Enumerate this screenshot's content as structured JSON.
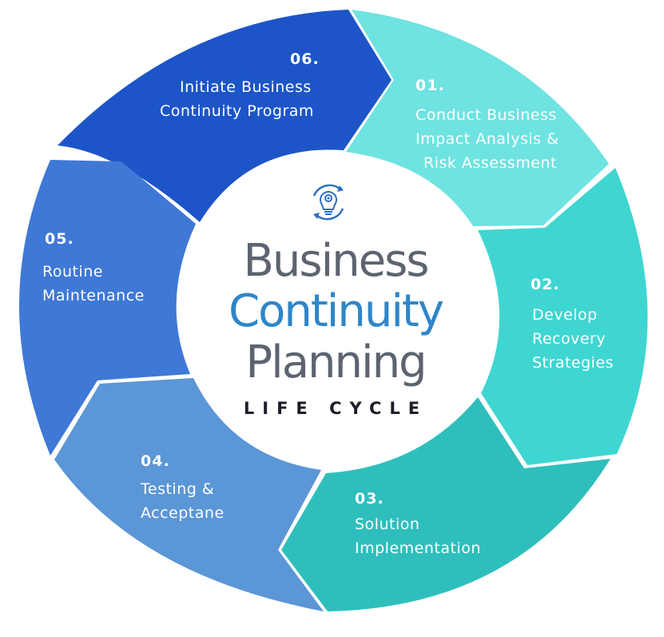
{
  "colors": {
    "seg1": "#6ee3e1",
    "seg2": "#3fd6d2",
    "seg3": "#2ebfbc",
    "seg4": "#5b96d6",
    "seg5": "#3f78d6",
    "seg6": "#1d55c8",
    "center": "#ffffff",
    "title_dark": "#5d6470",
    "title_blue": "#2f86c9",
    "icon": "#2f6fc2"
  },
  "center": {
    "icon": "gear-bulb-cycle-icon",
    "title_line1": "Business",
    "title_line2": "Continuity",
    "title_line3": "Planning",
    "subtitle": "LIFE CYCLE"
  },
  "steps": [
    {
      "number": "01.",
      "lines": [
        "Conduct Business",
        "Impact Analysis &",
        "Risk Assessment"
      ]
    },
    {
      "number": "02.",
      "lines": [
        "Develop",
        "Recovery",
        "Strategies"
      ]
    },
    {
      "number": "03.",
      "lines": [
        "Solution",
        "Implementation"
      ]
    },
    {
      "number": "04.",
      "lines": [
        "Testing &",
        "Acceptane"
      ]
    },
    {
      "number": "05.",
      "lines": [
        "Routine",
        "Maintenance"
      ]
    },
    {
      "number": "06.",
      "lines": [
        "Initiate Business",
        "Continuity Program"
      ]
    }
  ]
}
